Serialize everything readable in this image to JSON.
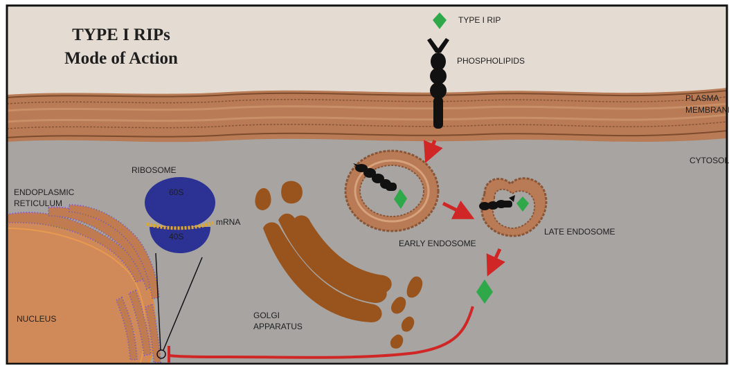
{
  "title": {
    "line1": "TYPE I RIPs",
    "line2": "Mode of Action"
  },
  "legend": {
    "type_i_rip": "TYPE I RIP"
  },
  "labels": {
    "phospholipids": "PHOSPHOLIPIDS",
    "plasma_membrane_1": "PLASMA",
    "plasma_membrane_2": "MEMBRANE",
    "cytosol": "CYTOSOL",
    "ribosome": "RIBOSOME",
    "subunit_60s": "60S",
    "subunit_40s": "40S",
    "mrna": "mRNA",
    "er_1": "ENDOPLASMIC",
    "er_2": "RETICULUM",
    "nucleus": "NUCLEUS",
    "golgi_1": "GOLGI",
    "golgi_2": "APPARATUS",
    "early_endosome": "EARLY ENDOSOME",
    "late_endosome": "LATE ENDOSOME"
  },
  "colors": {
    "extracellular": "#e4dcd2",
    "cytosol": "#a7a4a2",
    "membrane": "#b87b55",
    "membrane_line": "#8a5535",
    "rip": "#2fa84a",
    "arrow": "#d12626",
    "ribosome": "#2c3294",
    "mrna": "#e0a826",
    "nucleus": "#d08a5a",
    "golgi": "#99531c"
  }
}
